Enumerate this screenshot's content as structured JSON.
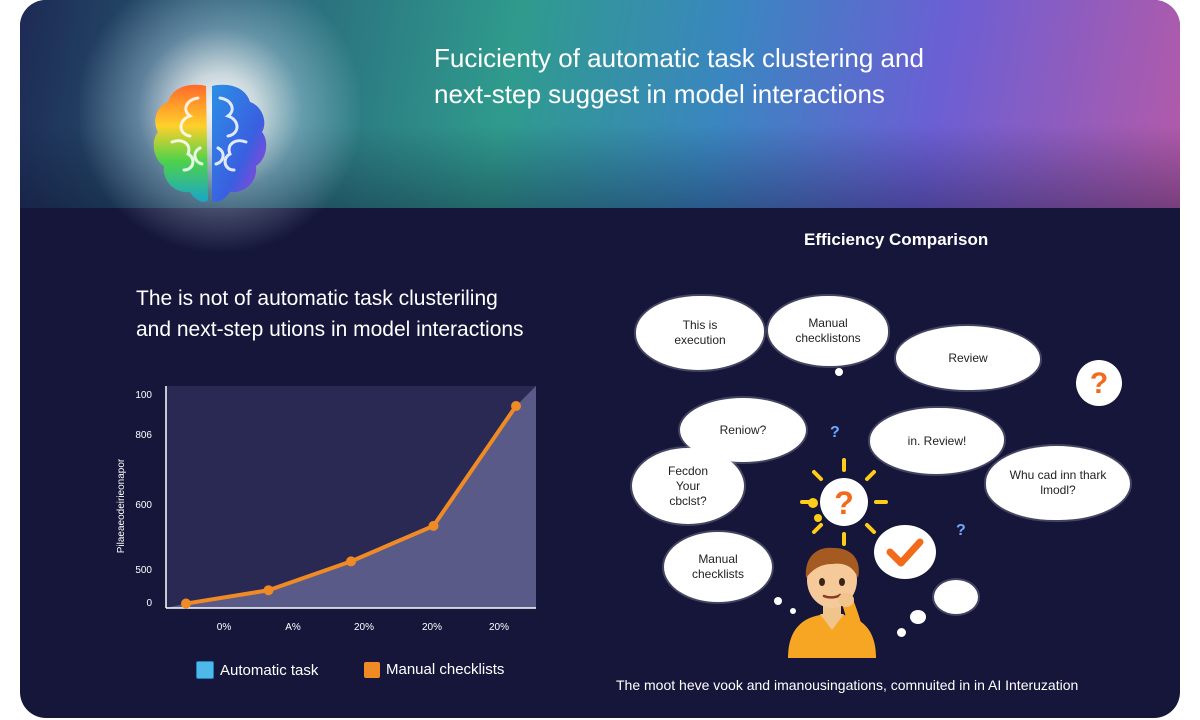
{
  "title": {
    "line1": "Fucicienty of automatic task clustering and",
    "line2": "next-step suggest in model interactions"
  },
  "subtitle": {
    "line1": "The is not of automatic task clusteriling",
    "line2": "and next-step utions in model interactions"
  },
  "comparison_title": "Efficiency Comparison",
  "icons": {
    "brain": "brain-icon",
    "question_orange": "question-mark-icon",
    "check_orange": "checkmark-icon",
    "person": "thinking-person-icon"
  },
  "colors": {
    "header_left": "#2b6f7e",
    "header_right": "#b45aa8",
    "background": "#15163a",
    "line": "#f08a24",
    "area": "#5f5f8f",
    "legend_auto": "#4fb8ea",
    "legend_manual": "#f08a24"
  },
  "bubbles": {
    "b1": [
      "This is",
      "execution"
    ],
    "b2": [
      "Manual",
      "checklistons"
    ],
    "b3": [
      "Review"
    ],
    "b4": [
      "Reniow?"
    ],
    "b5": [
      "in. Review!"
    ],
    "b6": [
      "Fecdon",
      "Your",
      "cbclst?"
    ],
    "b7": [
      "Whu cad inn thark",
      "lmodl?"
    ],
    "b8": [
      "Manual",
      "checklists"
    ]
  },
  "chart_data": {
    "type": "area",
    "y_axis_label": "Pilaeaeodeirieonapor",
    "y_ticks": [
      "100",
      "806",
      "600",
      "500",
      "0"
    ],
    "x_ticks": [
      "0%",
      "A%",
      "20%",
      "20%",
      "20%"
    ],
    "ylim": [
      0,
      100
    ],
    "series": [
      {
        "name": "Manual checklists",
        "x": [
          0,
          1,
          2,
          3,
          4
        ],
        "values": [
          2,
          8,
          21,
          37,
          91
        ]
      }
    ],
    "legend": [
      {
        "label": "Automatic task"
      },
      {
        "label": "Manual checklists"
      }
    ],
    "legend_placement": "bottom"
  },
  "footer": "The moot heve vook and imanousingations, comnuited in in AI Interuzation"
}
